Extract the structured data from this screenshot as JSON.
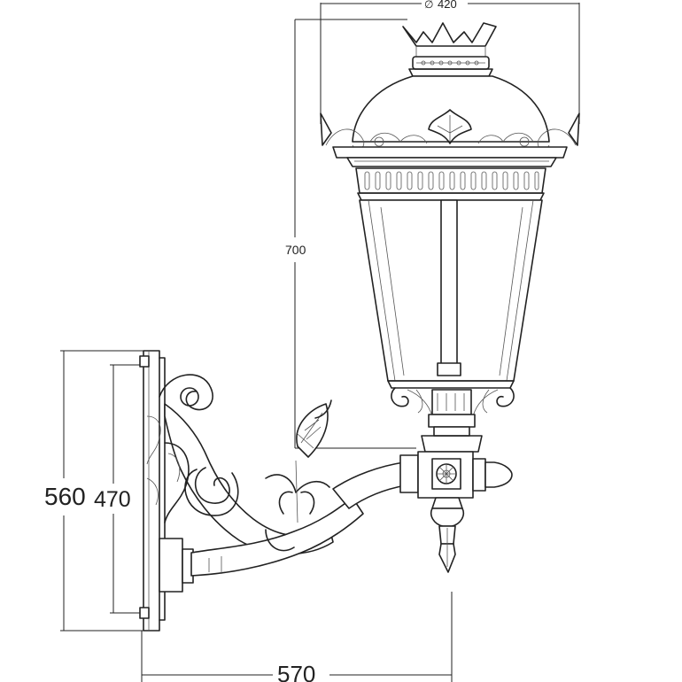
{
  "drawing": {
    "dimensions": {
      "diameter_symbol": "∅",
      "diameter_value": "420",
      "lantern_height": "700",
      "overall_height": "560",
      "mount_height": "470",
      "projection": "570"
    }
  }
}
